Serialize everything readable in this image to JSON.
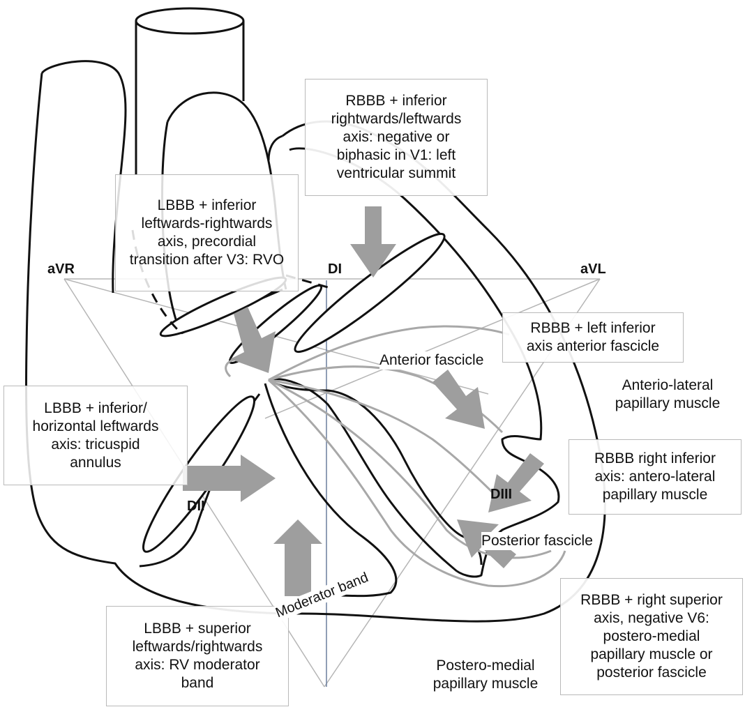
{
  "leads": {
    "avr": "aVR",
    "avl": "aVL",
    "di": "DI",
    "dii": "DII",
    "diii": "DIII"
  },
  "boxes": {
    "lv_summit": "RBBB + inferior\nrightwards/leftwards\naxis: negative or\nbiphasic in V1: left\nventricular summit",
    "rvo": "LBBB + inferior\nleftwards-rightwards\naxis, precordial\ntransition after V3: RVO",
    "anterior_fascicle": "RBBB + left inferior\naxis anterior fascicle",
    "tricuspid": "LBBB + inferior/\nhorizontal leftwards\naxis: tricuspid\nannulus",
    "al_papillary": "RBBB right inferior\naxis: antero-lateral\npapillary muscle",
    "moderator": "LBBB + superior\nleftwards/rightwards\naxis: RV moderator\nband",
    "pm_papillary": "RBBB + right superior\naxis, negative V6:\npostero-medial\npapillary muscle or\nposterior fascicle"
  },
  "labels": {
    "anterior_fascicle": "Anterior fascicle",
    "anterio_lateral": "Anterio-lateral\npapillary muscle",
    "posterior_fascicle": "Posterior fascicle",
    "moderator_band": "Moderator band",
    "postero_medial": "Postero-medial\npapillary muscle"
  }
}
